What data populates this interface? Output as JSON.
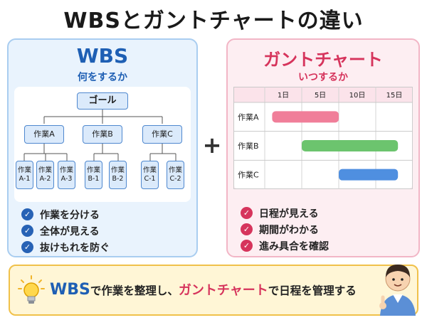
{
  "title": "WBSとガントチャートの違い",
  "wbs": {
    "heading": "WBS",
    "subheading": "何をするか",
    "goal": "ゴール",
    "tasks": [
      {
        "label": "作業A",
        "subs": [
          {
            "l1": "作業",
            "l2": "A-1"
          },
          {
            "l1": "作業",
            "l2": "A-2"
          },
          {
            "l1": "作業",
            "l2": "A-3"
          }
        ]
      },
      {
        "label": "作業B",
        "subs": [
          {
            "l1": "作業",
            "l2": "B-1"
          },
          {
            "l1": "作業",
            "l2": "B-2"
          }
        ]
      },
      {
        "label": "作業C",
        "subs": [
          {
            "l1": "作業",
            "l2": "C-1"
          },
          {
            "l1": "作業",
            "l2": "C-2"
          }
        ]
      }
    ],
    "points": [
      "作業を分ける",
      "全体が見える",
      "抜けもれを防ぐ"
    ]
  },
  "plus": "+",
  "gantt": {
    "heading": "ガントチャート",
    "subheading": "いつするか",
    "columns": [
      "1日",
      "5日",
      "10日",
      "15日"
    ],
    "rows": [
      {
        "label": "作業A",
        "start": 1,
        "end": 10,
        "color": "#f07e99"
      },
      {
        "label": "作業B",
        "start": 5,
        "end": 18,
        "color": "#6cc46e"
      },
      {
        "label": "作業C",
        "start": 10,
        "end": 18,
        "color": "#4f8fe0"
      }
    ],
    "points": [
      "日程が見える",
      "期間がわかる",
      "進み具合を確認"
    ]
  },
  "banner": {
    "part1": "WBS",
    "part2": "で作業を整理し、",
    "part3": "ガントチャート",
    "part4": "で日程を管理する"
  },
  "icons": {
    "lightbulb": "lightbulb-icon",
    "check": "check-circle-icon",
    "person": "person-pointing-illustration"
  },
  "colors": {
    "wbs_accent": "#1e5fb4",
    "gantt_accent": "#d6345c",
    "banner_bg": "#fff6d6"
  }
}
